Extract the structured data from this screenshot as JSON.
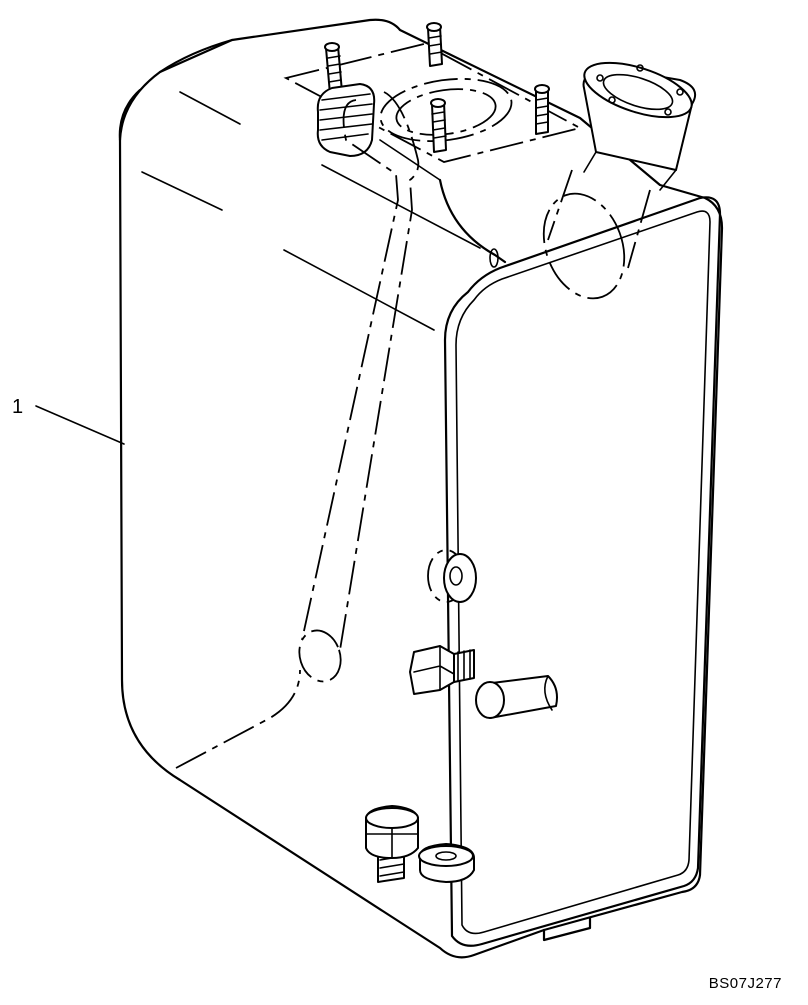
{
  "diagram": {
    "callouts": [
      {
        "label": "1",
        "part": "hydraulic-tank"
      }
    ],
    "drawing_code": "BS07J277",
    "line_color": "#000000",
    "background_color": "#ffffff"
  }
}
